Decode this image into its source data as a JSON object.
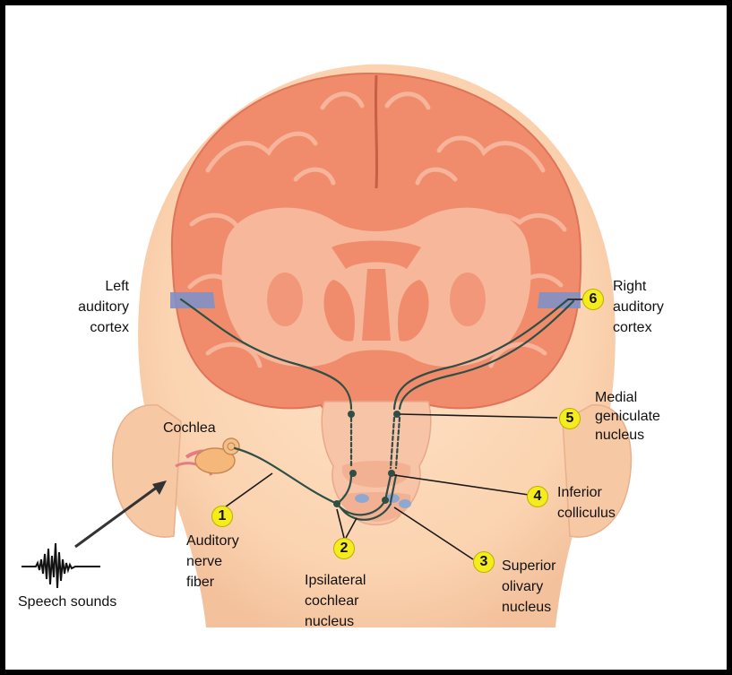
{
  "labels": {
    "left_cortex": [
      "Left",
      "auditory",
      "cortex"
    ],
    "right_cortex": [
      "Right",
      "auditory",
      "cortex"
    ],
    "medial_geniculate": [
      "Medial",
      "geniculate",
      "nucleus"
    ],
    "inferior_colliculus": [
      "Inferior",
      "colliculus"
    ],
    "superior_olivary": [
      "Superior",
      "olivary",
      "nucleus"
    ],
    "cochlear_nucleus": [
      "Ipsilateral",
      "cochlear",
      "nucleus"
    ],
    "auditory_nerve": [
      "Auditory",
      "nerve",
      "fiber"
    ],
    "cochlea": "Cochlea",
    "speech_sounds": "Speech sounds"
  },
  "markers": {
    "one": "1",
    "two": "2",
    "three": "3",
    "four": "4",
    "five": "5",
    "six": "6"
  },
  "colors": {
    "skin": "#fcd8b8",
    "brain": "#f08c6c",
    "white_matter": "#f6b79b",
    "auditory_cortex": "#7f90c6",
    "pathway": "#2f4f45",
    "marker": "#f4ec1c"
  }
}
